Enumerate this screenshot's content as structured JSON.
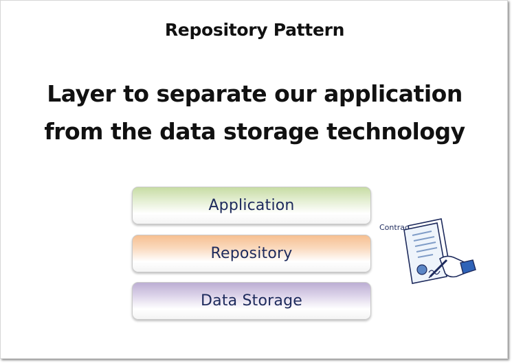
{
  "slide": {
    "title": "Repository Pattern",
    "subtitle_line1": "Layer to separate our application",
    "subtitle_line2": "from the data storage technology"
  },
  "layers": [
    {
      "label": "Application",
      "color": "#c7dca4"
    },
    {
      "label": "Repository",
      "color": "#f6bf91"
    },
    {
      "label": "Data Storage",
      "color": "#bcaed3"
    }
  ],
  "contract": {
    "label": "Contract",
    "icon": "signed-contract-icon"
  },
  "colors": {
    "title_text": "#111111",
    "layer_text": "#1d2a5c"
  }
}
